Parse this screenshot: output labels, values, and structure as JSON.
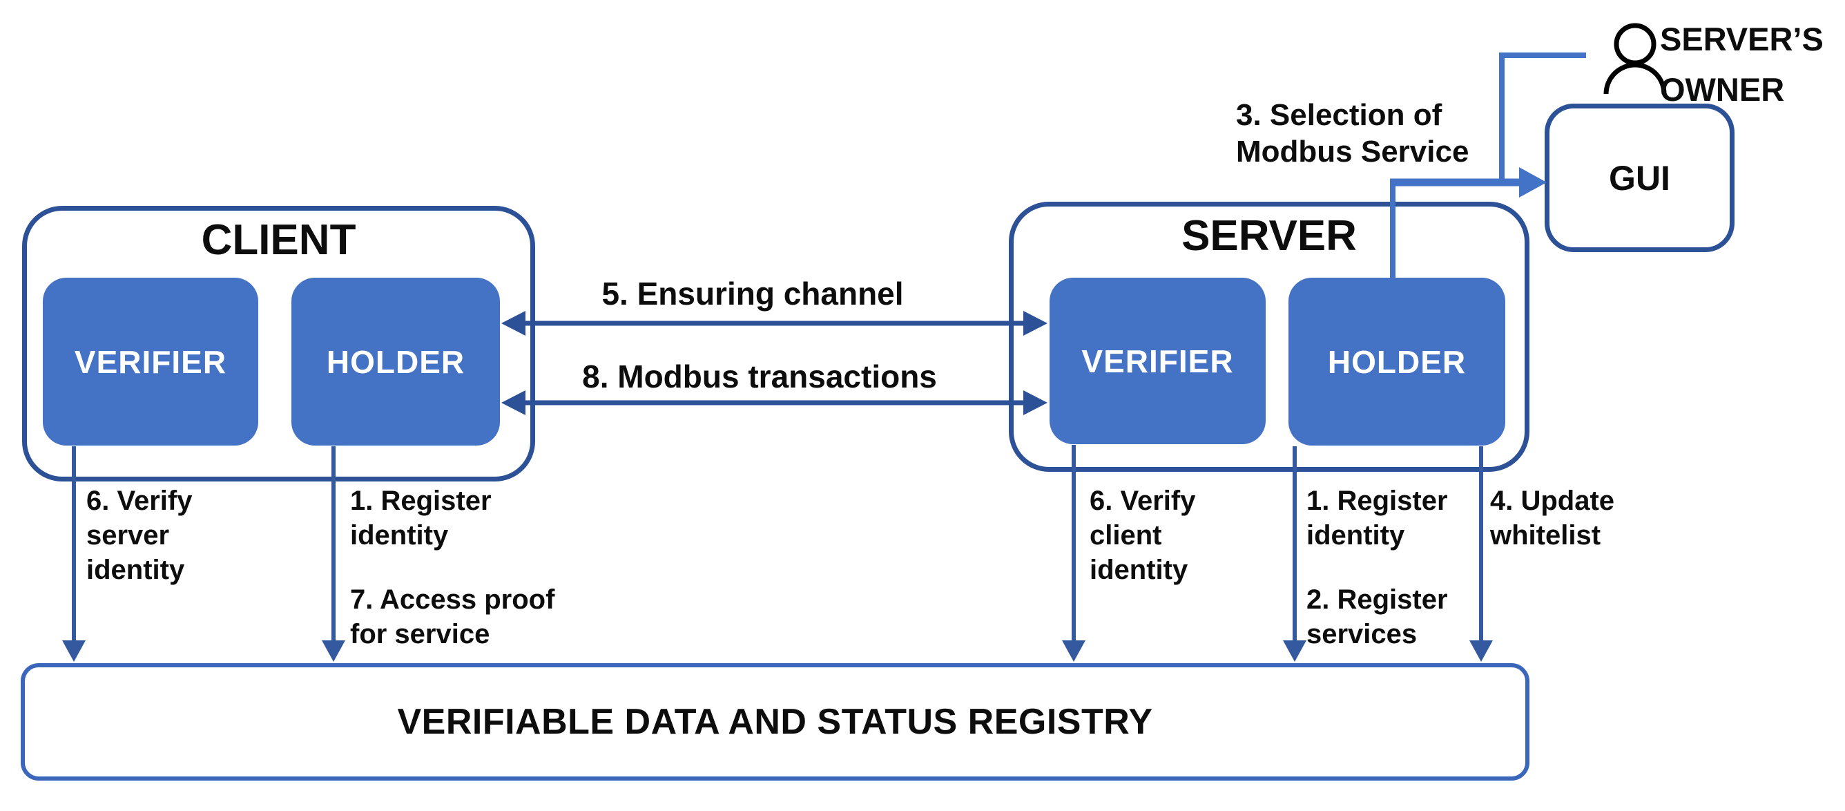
{
  "client": {
    "title": "CLIENT",
    "verifier": "VERIFIER",
    "holder": "HOLDER"
  },
  "server": {
    "title": "SERVER",
    "verifier": "VERIFIER",
    "holder": "HOLDER"
  },
  "gui": {
    "title": "GUI"
  },
  "owner": {
    "label": "SERVER’S\nOWNER"
  },
  "registry": {
    "title": "VERIFIABLE DATA AND STATUS REGISTRY"
  },
  "edges": {
    "selection_of_modbus_service": "3. Selection of\nModbus Service",
    "ensuring_channel": "5. Ensuring channel",
    "modbus_transactions": "8. Modbus transactions",
    "verify_server_identity": "6. Verify\nserver\nidentity",
    "client_register_identity": "1. Register\nidentity",
    "access_proof_for_service": "7. Access proof\nfor service",
    "verify_client_identity": "6. Verify\nclient\nidentity",
    "server_register_identity": "1. Register\nidentity",
    "register_services": "2. Register\nservices",
    "update_whitelist": "4. Update\nwhitelist"
  },
  "icons": {
    "owner": "person-outline"
  },
  "colors": {
    "node_fill": "#4472C4",
    "outline_dark": "#2C5197",
    "outline_light": "#3A66BB",
    "arrow_mid": "#35599E",
    "arrow_elbow": "#4273C7",
    "node_text": "#FFFFFF",
    "label_text": "#0D0D0D"
  }
}
